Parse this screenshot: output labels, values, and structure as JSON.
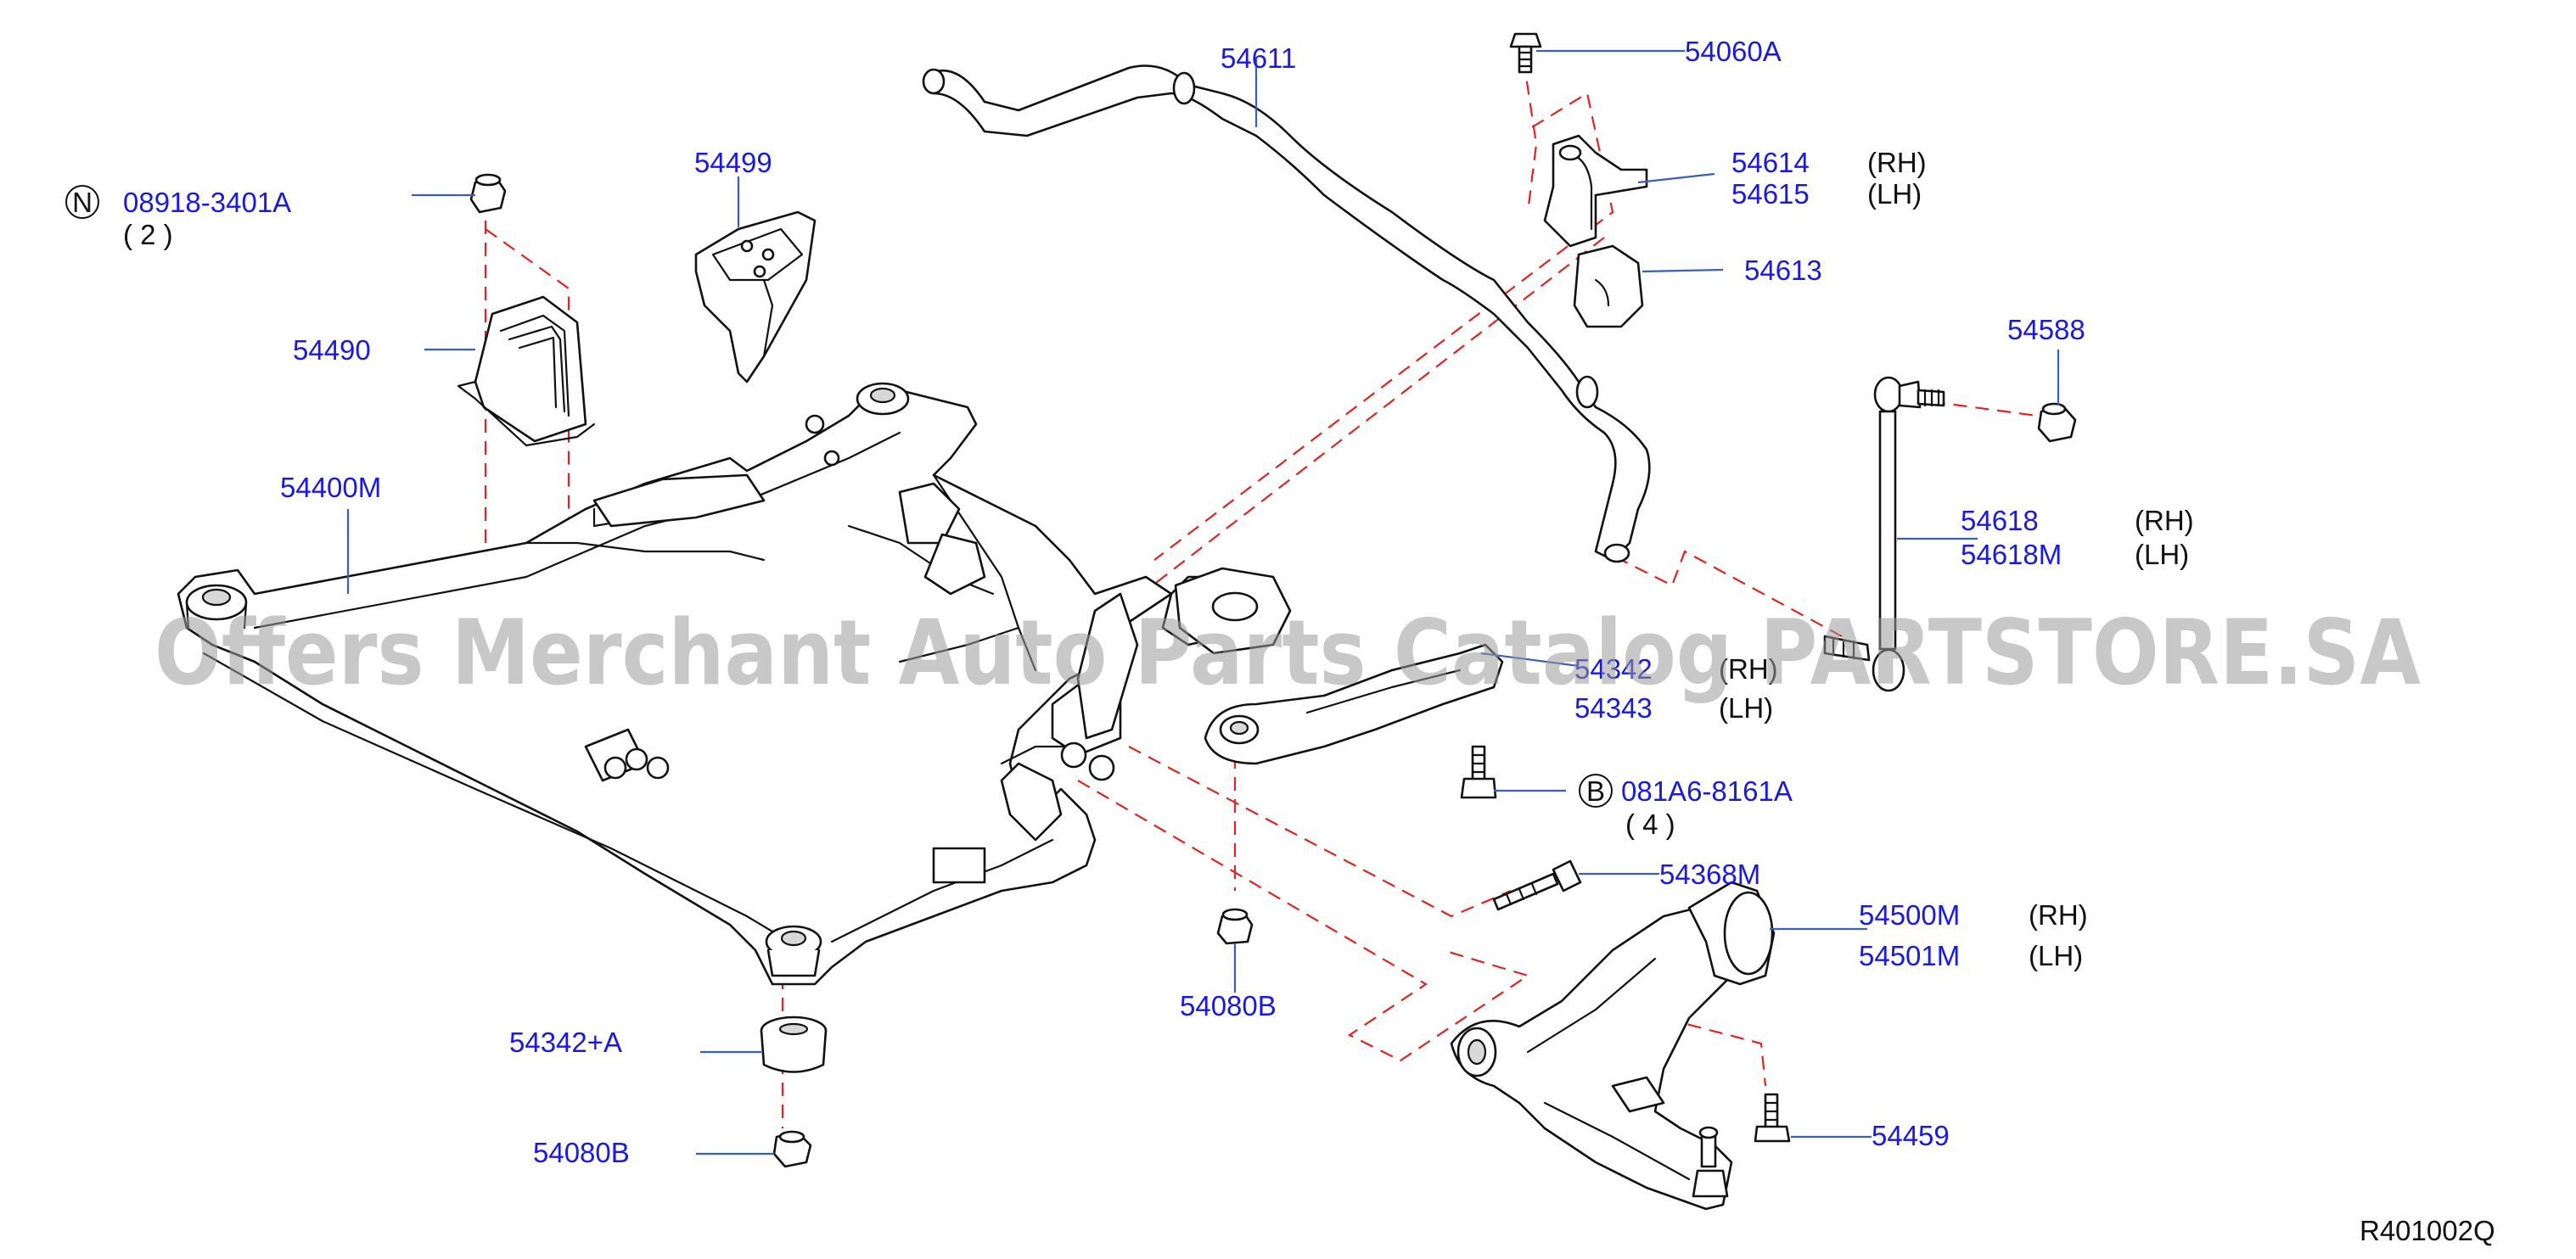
{
  "diagram": {
    "labels": {
      "l54611": "54611",
      "l54060A": "54060A",
      "l54614": "54614",
      "l54615": "54615",
      "l54613": "54613",
      "l54499": "54499",
      "l08918": "08918-3401A",
      "l08918_qty": "( 2 )",
      "l54490": "54490",
      "l54400M": "54400M",
      "l54588": "54588",
      "l54618": "54618",
      "l54618M": "54618M",
      "l54342": "54342",
      "l54343": "54343",
      "l081A6": "081A6-8161A",
      "l081A6_qty": "( 4 )",
      "l54368M": "54368M",
      "l54500M": "54500M",
      "l54501M": "54501M",
      "l54080B_mid": "54080B",
      "l54342A": "54342+A",
      "l54080B_bottom": "54080B",
      "l54459": "54459"
    },
    "sides": {
      "s54614": "(RH)",
      "s54615": "(LH)",
      "s54618": "(RH)",
      "s54618M": "(LH)",
      "s54342": "(RH)",
      "s54343": "(LH)",
      "s54500M": "(RH)",
      "s54501M": "(LH)"
    },
    "callouts": {
      "n_symbol": "N",
      "b_symbol": "B"
    },
    "reference": "R401002Q",
    "watermark": "Offers Merchant Auto Parts Catalog PARTSTORE.SA"
  },
  "colors": {
    "label": "#1a1adf",
    "leader": "#3a5fb8",
    "dashed": "#e02424",
    "outline": "#111111"
  }
}
